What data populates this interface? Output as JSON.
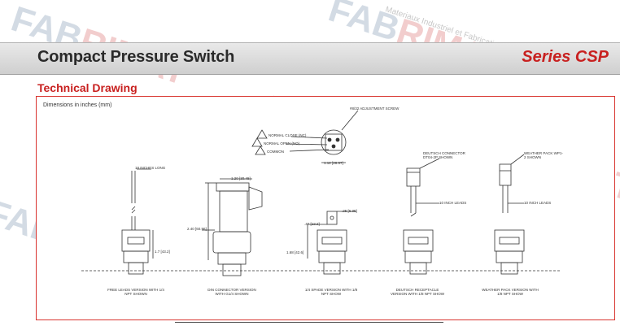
{
  "header": {
    "title": "Compact Pressure Switch",
    "series": "Series CSP"
  },
  "section": {
    "title": "Technical Drawing",
    "note": "Dimensions in inches (mm)"
  },
  "callouts": {
    "adjust_screw": "#8/32 ADJUSTMENT SCREW",
    "normal_close": "NORMAL CLOSE (NC)",
    "normal_open": "NORMAL OPEN (NO)",
    "common": "COMMON",
    "conn_dim": "1.12 [28.57]",
    "deutsch_connector": "DEUTSCH CONNECTOR DT04-2P SHOWN",
    "weather_pack": "WEATHER PACK WP1-2 SHOWN",
    "free_leads_long": "18 INCHES LONG",
    "leads_1": "10 INCH LEADS",
    "leads_2": "10 INCH LEADS",
    "dim_top": "1.20 [30.48]",
    "dim_left": "2.40 [60.96]",
    "dim_body1": "1.7 [43.2]",
    "dim_25": ".25 [6.35]",
    "dim_48": ".48 [12.2]",
    "dim_168": "1.68 [42.6]"
  },
  "captions": {
    "free_leads": "FREE LEADS VERSION WITH 1/4 NPT SHOWN",
    "din": "DIN CONNECTOR VERSION WITH G1/4 SHOWN",
    "spade": "1/4 SPADE VERSION WITH 1/8 NPT SHOW",
    "deutsch": "DEUTSCH RECEPTACLE VERSION WITH 1/8 NPT SHOW",
    "weather": "WEATHER PACK VERSION WITH 1/8 NPT SHOW"
  },
  "watermark": {
    "brand_a": "FAB",
    "brand_b": "RIMAT",
    "tagline": "Materiaux Industriel et Fabrications"
  },
  "colors": {
    "accent": "#c8201f",
    "frame": "#d9342f",
    "header_bg": "#d9d9d9"
  }
}
